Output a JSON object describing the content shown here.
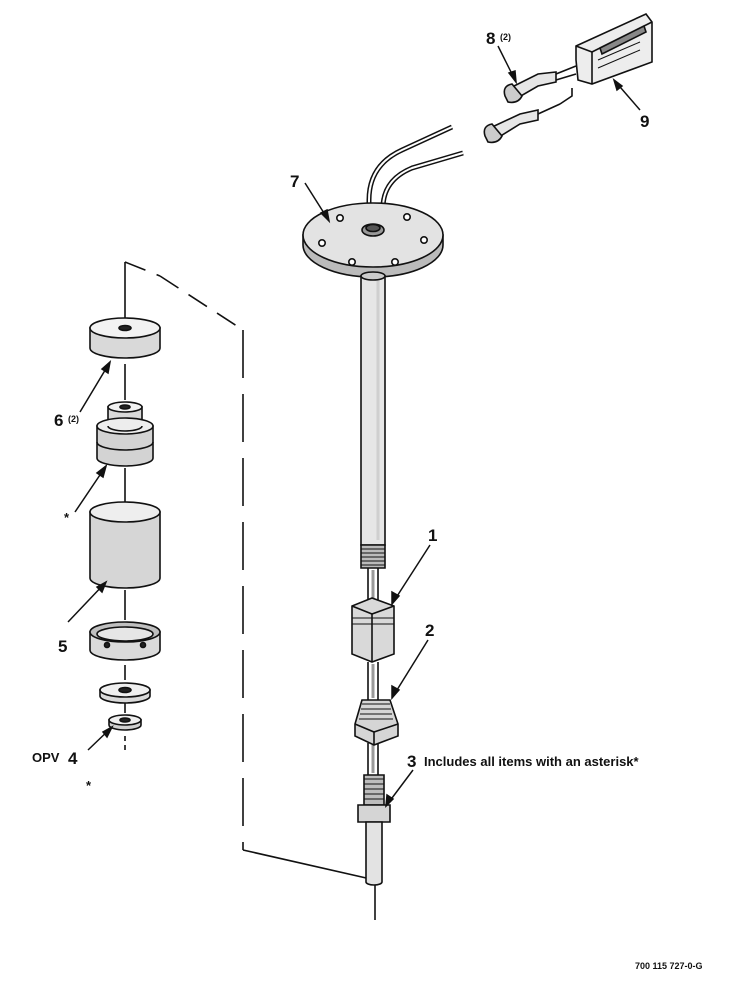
{
  "callouts": {
    "c1": "1",
    "c2": "2",
    "c3": "3",
    "c3_note": "Includes all items with an asterisk*",
    "c4": "4",
    "c4_prefix": "OPV",
    "c5": "5",
    "c6": "6",
    "c6_qty": "(2)",
    "c7": "7",
    "c8": "8",
    "c8_qty": "(2)",
    "c9": "9",
    "asterisk_a": "*",
    "asterisk_b": "*"
  },
  "drawing_number": "700 115 727-0-G"
}
